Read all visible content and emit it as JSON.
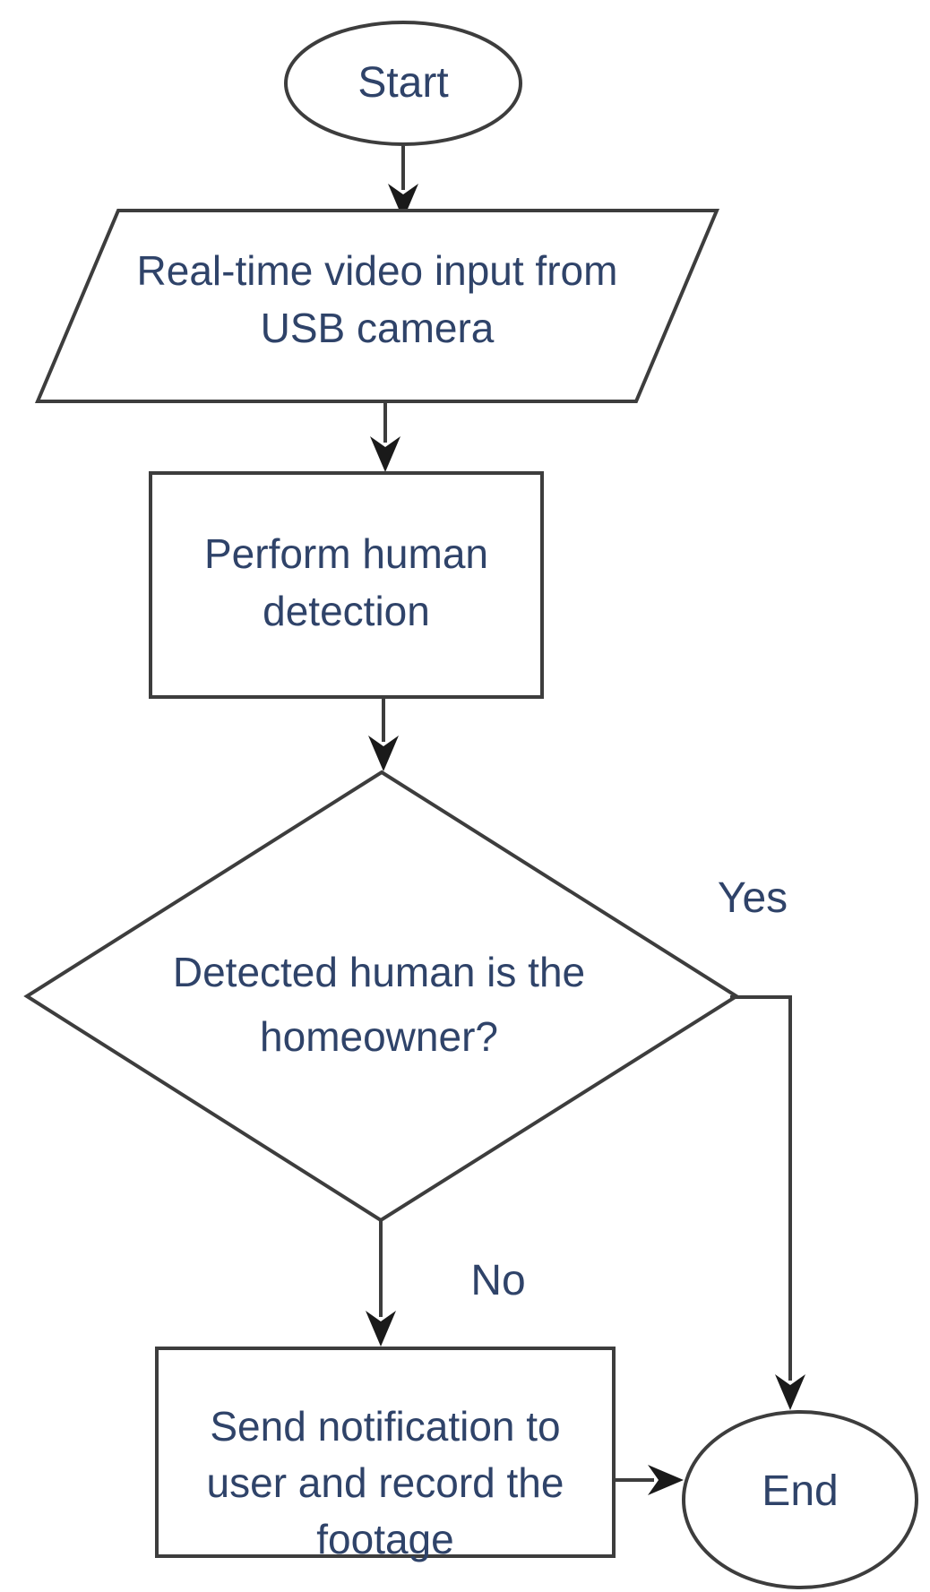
{
  "diagram": {
    "type": "flowchart",
    "background": "#ffffff",
    "stroke_color": "#3d3d3d",
    "text_color": "#2f4369",
    "nodes": {
      "start": {
        "shape": "terminator",
        "label": "Start"
      },
      "input": {
        "shape": "input-output",
        "lines": [
          "Real-time video input from",
          "USB camera"
        ]
      },
      "detect": {
        "shape": "process",
        "lines": [
          "Perform human",
          "detection"
        ]
      },
      "decision": {
        "shape": "decision",
        "lines": [
          "Detected human is the",
          "homeowner?"
        ]
      },
      "notify": {
        "shape": "process",
        "lines": [
          "Send notification to",
          "user and record the",
          "footage"
        ]
      },
      "end": {
        "shape": "terminator",
        "label": "End"
      }
    },
    "edges": {
      "start_to_input": {
        "from": "start",
        "to": "input",
        "label": ""
      },
      "input_to_detect": {
        "from": "input",
        "to": "detect",
        "label": ""
      },
      "detect_to_decision": {
        "from": "detect",
        "to": "decision",
        "label": ""
      },
      "decision_yes_end": {
        "from": "decision",
        "to": "end",
        "label": "Yes"
      },
      "decision_no_notify": {
        "from": "decision",
        "to": "notify",
        "label": "No"
      },
      "notify_to_end": {
        "from": "notify",
        "to": "end",
        "label": ""
      }
    }
  }
}
